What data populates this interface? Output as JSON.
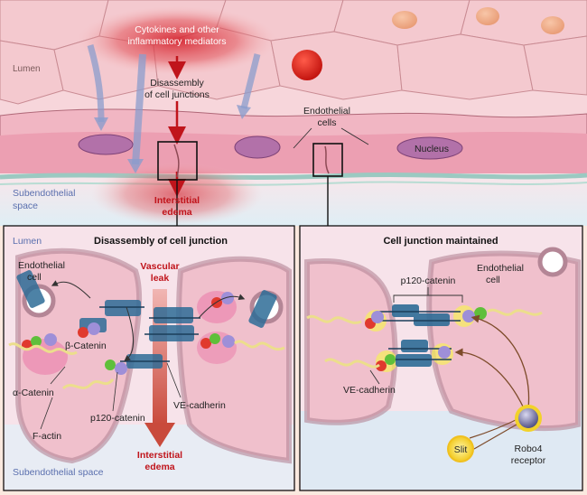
{
  "top": {
    "lumen": "Lumen",
    "subendothelial": [
      "Subendothelial",
      "space"
    ],
    "cytokines": [
      "Cytokines and other",
      "inflammatory mediators"
    ],
    "disassembly": [
      "Disassembly",
      "of cell junctions"
    ],
    "endothelial_cells": [
      "Endothelial",
      "cells"
    ],
    "nucleus": "Nucleus",
    "interstitial_edema": [
      "Interstitial",
      "edema"
    ]
  },
  "left_panel": {
    "title": "Disassembly of cell junction",
    "lumen": "Lumen",
    "subendothelial": "Subendothelial space",
    "endothelial_cell": [
      "Endothelial",
      "cell"
    ],
    "vascular_leak": [
      "Vascular",
      "leak"
    ],
    "interstitial_edema": [
      "Interstitial",
      "edema"
    ],
    "beta_catenin": "β-Catenin",
    "alpha_catenin": "α-Catenin",
    "p120": "p120-catenin",
    "f_actin": "F-actin",
    "ve_cadherin": "VE-cadherin"
  },
  "right_panel": {
    "title": "Cell junction maintained",
    "endothelial_cell": [
      "Endothelial",
      "cell"
    ],
    "p120": "p120-catenin",
    "ve_cadherin": "VE-cadherin",
    "slit": "Slit",
    "robo4": [
      "Robo4",
      "receptor"
    ]
  },
  "colors": {
    "cell_pink": "#f3c3c9",
    "lumen_pink": "#f8dbe0",
    "junction_red": "#c0141b",
    "cadherin_blue": "#2e6c96",
    "arrow_blue": "#8b9ccc",
    "slit_yellow": "#f2d22a",
    "robo_purple": "#6b6a9e"
  }
}
